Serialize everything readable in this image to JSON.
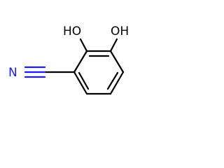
{
  "molecule": {
    "atoms": {
      "hydroxyl_left": "HO",
      "hydroxyl_right": "OH",
      "nitrile_nitrogen": "N"
    },
    "colors": {
      "bond": "#000000",
      "nitrogen": "#1a1aff",
      "label": "#000000",
      "background": "#ffffff"
    }
  }
}
